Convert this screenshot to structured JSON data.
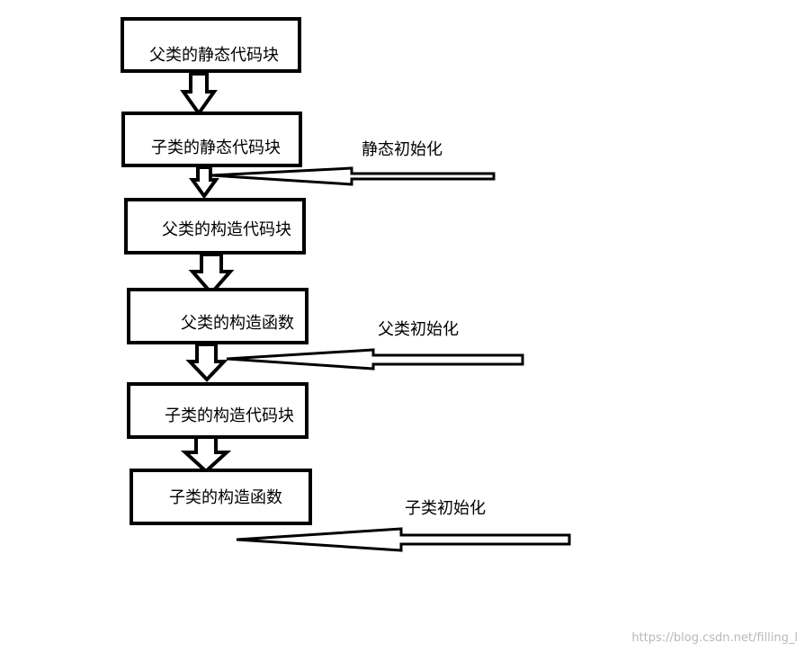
{
  "boxes": [
    {
      "label": "父类的静态代码块"
    },
    {
      "label": "子类的静态代码块"
    },
    {
      "label": "父类的构造代码块"
    },
    {
      "label": "父类的构造函数"
    },
    {
      "label": "子类的构造代码块"
    },
    {
      "label": "子类的构造函数"
    }
  ],
  "side_labels": {
    "static_init": "静态初始化",
    "parent_init": "父类初始化",
    "child_init": "子类初始化"
  },
  "watermark": "https://blog.csdn.net/filling_l",
  "colors": {
    "stroke": "#000000",
    "background": "#ffffff",
    "watermark": "#b8b8b8"
  }
}
